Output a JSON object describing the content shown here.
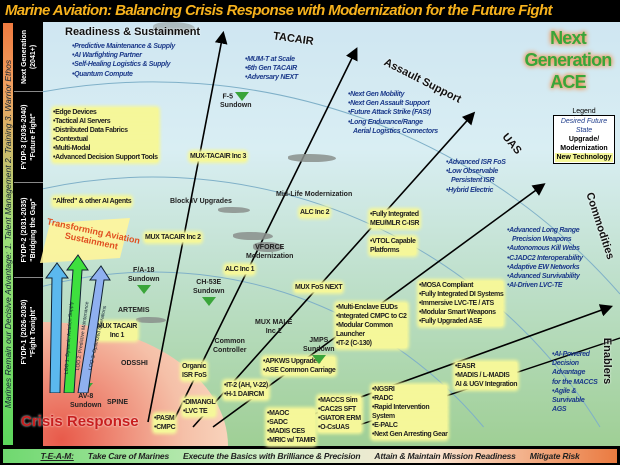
{
  "title": "Marine Aviation: Balancing Crisis Response with Modernization for the Future Fight",
  "sidebar": "Marines Remain our Decisive Advantage:    1. Talent Management    2. Training    3. Warrior Ethos",
  "fydp": [
    {
      "l1": "Next Generation",
      "l2": "(2041+)"
    },
    {
      "l1": "FYDP-3 (2036-2040)",
      "l2": "\"Future Fight\""
    },
    {
      "l1": "FYDP-2 (2031-2035)",
      "l2": "\"Bridging the Gap\""
    },
    {
      "l1": "FYDP-1 (2026-2030)",
      "l2": "\"Fight Tonight\""
    }
  ],
  "headings": {
    "readiness": "Readiness & Sustainment",
    "tacair": "TACAIR",
    "assault": "Assault Support",
    "uas": "UAS",
    "commodities": "Commodities",
    "enablers": "Enablers"
  },
  "desired": {
    "readiness": [
      "•Predictive Maintenance & Supply",
      "•AI Warfighting Partner",
      "•Self-Healing Logistics & Supply",
      "•Quantum Compute"
    ],
    "tacair": [
      "•MUM-T at Scale",
      "•6th Gen TACAIR",
      "•Adversary NEXT"
    ],
    "assault": [
      "•Next Gen Mobility",
      "•Next Gen Assault Support",
      "•Future Attack Strike (FASt)",
      "•Long Endurance/Range",
      "  Aerial Logistics Connectors"
    ],
    "uas": [
      "•Advanced ISR FoS",
      "•Low Observable",
      "  Persistent ISR",
      "•Hybrid Electric"
    ],
    "commodities": [
      "•Advanced Long Range",
      "  Precision Weapons",
      "•Autonomous Kill Webs",
      "•CJADC2 Interoperability",
      "•Adaptive EW Networks",
      "•Advanced Survivability",
      "•AI-Driven LVC-TE"
    ],
    "enablers": [
      "•AI-Powered",
      "Decision",
      "Advantage",
      "for the MACCS",
      "•Agile &",
      "Survivable",
      "AGS"
    ]
  },
  "items": {
    "edge": [
      "•Edge Devices",
      "•Tactical AI Servers",
      "•Distributed Data Fabrics",
      "•Contextual",
      "•Multi-Modal",
      "•Advanced Decision Support Tools"
    ],
    "alfred": "\"Alfred\" & other AI Agents",
    "mux3": "MUX-TACAIR Inc 3",
    "mux2": "MUX TACAIR Inc 2",
    "mux1": [
      "MUX TACAIR",
      "Inc 1"
    ],
    "alc2": "ALC Inc 2",
    "alc1": "ALC Inc 1",
    "muxfos": "MUX FoS NEXT",
    "cisr": [
      "•Fully Integrated",
      "MEU/MLR C-ISR"
    ],
    "vtol": [
      "•VTOL Capable",
      "Platforms"
    ],
    "mosa": [
      "•MOSA Compliant",
      "•Fully Integrated DI Systems",
      "•Immersive LVC-TE / ATS",
      "•Modular Smart Weapons",
      "•Fully Upgraded ASE"
    ],
    "enclave": [
      "•Multi-Enclave EUDs",
      "•Integrated CMPC to C2",
      "•Modular Common",
      "  Launcher",
      "•IT-2 (C-130)"
    ],
    "apkws": [
      "•APKWS Upgrades",
      "•ASE Common Carriage"
    ],
    "it2": [
      "•IT-2 (AH, V-22)",
      "•H-1 DAIRCM"
    ],
    "dimangl": [
      "•DIMANGL",
      "•LVC TE"
    ],
    "pasm": [
      "•PASM",
      "•CMPC"
    ],
    "maoc": [
      "•MAOC",
      "•SADC",
      "•MADIS CES",
      "•MRIC w/ TAMIR"
    ],
    "maccs": [
      "•MACCS Sim",
      "•CAC2S SFT",
      "•GIATOR ERM",
      "•O-CsUAS"
    ],
    "ngsri": [
      "•NGSRI",
      "•RADC",
      "•Rapid Intervention",
      "System",
      "•E-PALC",
      "•Next Gen Arresting Gear"
    ],
    "easr": [
      "•EASR",
      "•MADIS / L-MADIS",
      "AI & UGV Integration"
    ],
    "isr": [
      "Organic",
      "ISR FoS"
    ]
  },
  "labels": {
    "block4": "Block IV Upgrades",
    "midlife": "Mid-Life Modernization",
    "vforce": [
      "VFORCE",
      "Modernization"
    ],
    "artemis": "ARTEMIS",
    "muxmale": [
      "MUX MALE",
      "Inc 2"
    ],
    "common": [
      "Common",
      "Controller"
    ],
    "odsshi": "ODSSHI",
    "spine": "SPINE"
  },
  "sundowns": [
    {
      "name": "F-5",
      "label": "Sundown"
    },
    {
      "name": "F/A-18",
      "label": "Sundown"
    },
    {
      "name": "CH-53E",
      "label": "Sundown"
    },
    {
      "name": "JMPS",
      "label": "Sundown"
    },
    {
      "name": "AV-8",
      "label": "Sundown"
    }
  ],
  "sustainment": {
    "burst": [
      "Transforming Aviation",
      "Sustainment"
    ],
    "loo": [
      "LOO 1: Dynamic Aviation Supply",
      "LOO 2: Predictive Maintenance",
      "LOO 3: Optimized Operations"
    ],
    "colors": [
      "#5bb8ee",
      "#3ee03e",
      "#8fb0f0"
    ]
  },
  "ace": [
    "Next",
    "Generation",
    "ACE"
  ],
  "legend": {
    "title": "Legend",
    "desired": "Desired Future State",
    "upgrade": "Upgrade/ Modernization",
    "new": "New Technology"
  },
  "crisis": "Crisis Response",
  "team": {
    "lead": "T-E-A-M:",
    "t": "Take Care of Marines",
    "e": "Execute the Basics with Brilliance & Precision",
    "a": "Attain & Maintain Mission Readiness",
    "m": "Mitigate Risk"
  }
}
